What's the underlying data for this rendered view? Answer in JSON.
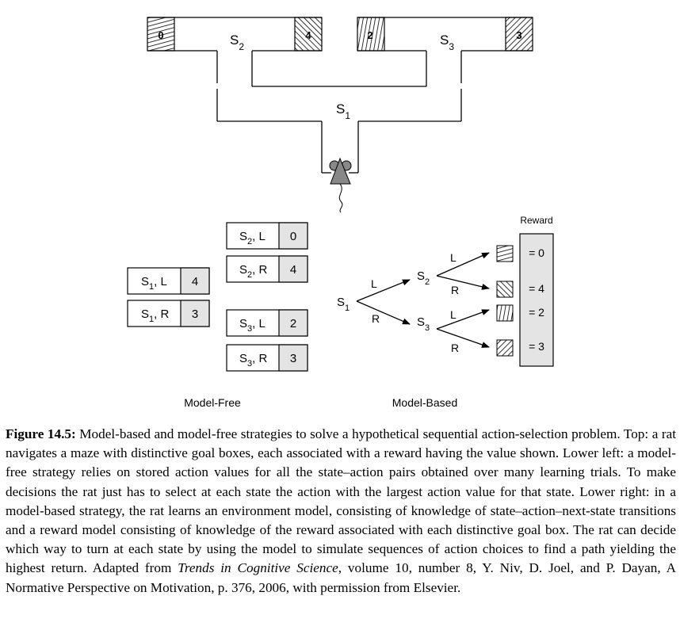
{
  "maze": {
    "state_s1": "S",
    "state_s1_sub": "1",
    "state_s2": "S",
    "state_s2_sub": "2",
    "state_s3": "S",
    "state_s3_sub": "3",
    "goal_rewards": [
      "0",
      "4",
      "2",
      "3"
    ]
  },
  "model_free": {
    "label": "Model-Free",
    "rows": [
      {
        "state": "S",
        "sub": "1",
        "action": ", L",
        "value": "4"
      },
      {
        "state": "S",
        "sub": "1",
        "action": ", R",
        "value": "3"
      },
      {
        "state": "S",
        "sub": "2",
        "action": ", L",
        "value": "0"
      },
      {
        "state": "S",
        "sub": "2",
        "action": ", R",
        "value": "4"
      },
      {
        "state": "S",
        "sub": "3",
        "action": ", L",
        "value": "2"
      },
      {
        "state": "S",
        "sub": "3",
        "action": ", R",
        "value": "3"
      }
    ]
  },
  "model_based": {
    "label": "Model-Based",
    "reward_title": "Reward",
    "s1": "S",
    "s1_sub": "1",
    "s2": "S",
    "s2_sub": "2",
    "s3": "S",
    "s3_sub": "3",
    "edge_L": "L",
    "edge_R": "R",
    "rewards": [
      "= 0",
      "= 4",
      "= 2",
      "= 3"
    ]
  },
  "caption": {
    "figure_label": "Figure 14.5:",
    "text_1": " Model-based and model-free strategies to solve a hypothetical sequential action-selection problem. Top: a rat navigates a maze with distinctive goal boxes, each associated with a reward having the value shown. Lower left: a model-free strategy relies on stored action values for all the state–action pairs obtained over many learning trials. To make decisions the rat just has to select at each state the action with the largest action value for that state. Lower right: in a model-based strategy, the rat learns an environment model, consisting of knowledge of state–action–next-state transitions and a reward model consisting of knowledge of the reward associated with each distinctive goal box. The rat can decide which way to turn at each state by using the model to simulate sequences of action choices to find a path yielding the highest return. Adapted from ",
    "journal": "Trends in Cognitive Science",
    "text_2": ", volume 10, number 8, Y. Niv, D. Joel, and P. Dayan, A Normative Perspective on Motivation, p. 376, 2006, with permission from Elsevier."
  }
}
